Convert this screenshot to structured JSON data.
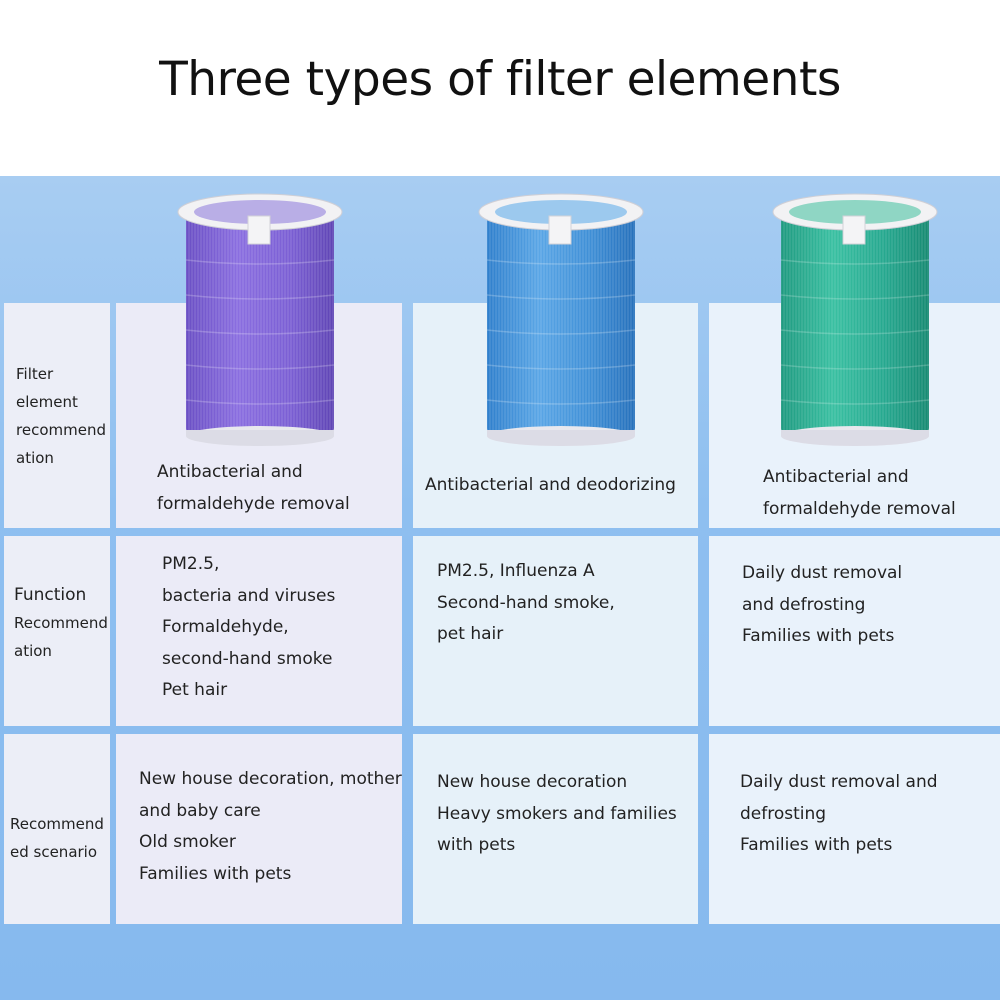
{
  "title": "Three types of filter elements",
  "colors": {
    "purple_filter": "#7b5fd0",
    "blue_filter": "#3f8fd6",
    "green_filter": "#26a88f",
    "band": "#8ebff0"
  },
  "rows": [
    {
      "label_lines": [
        "Filter",
        "element",
        "recommend",
        "ation"
      ],
      "cells": [
        [
          "Antibacterial and",
          "formaldehyde removal"
        ],
        [
          "Antibacterial and deodorizing"
        ],
        [
          "Antibacterial and",
          "formaldehyde removal"
        ]
      ]
    },
    {
      "label_lines": [
        "Function",
        "Recommend",
        "ation"
      ],
      "cells": [
        [
          "PM2.5,",
          "bacteria and viruses",
          "Formaldehyde,",
          "second-hand smoke",
          "Pet hair"
        ],
        [
          "PM2.5, Influenza A",
          "Second-hand smoke,",
          "pet hair"
        ],
        [
          "Daily dust removal",
          "and defrosting",
          "Families with pets"
        ]
      ]
    },
    {
      "label_lines": [
        "Recommend",
        "ed scenario"
      ],
      "cells": [
        [
          "New house decoration, mother",
          "and baby care",
          "Old smoker",
          "Families with pets"
        ],
        [
          "New house decoration",
          "Heavy smokers and families",
          "with pets"
        ],
        [
          "Daily dust removal and",
          "defrosting",
          "Families with pets"
        ]
      ]
    }
  ]
}
